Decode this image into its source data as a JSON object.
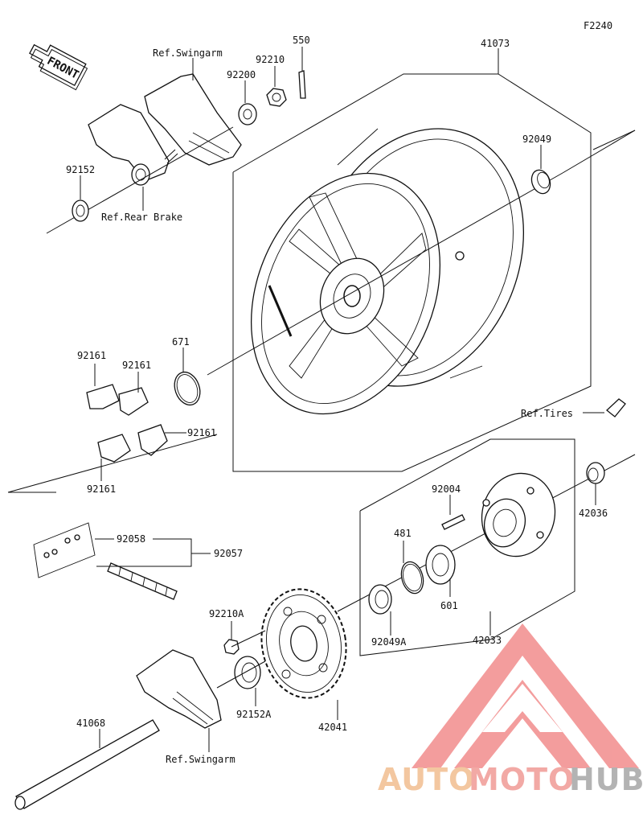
{
  "diagram_code": "F2240",
  "front_label": "FRONT",
  "labels": {
    "ref_swingarm_top": "Ref.Swingarm",
    "p550": "550",
    "p41073": "41073",
    "p92210": "92210",
    "p92200": "92200",
    "p92049": "92049",
    "p92152": "92152",
    "ref_rear_brake": "Ref.Rear Brake",
    "p671": "671",
    "p92161_a": "92161",
    "p92161_b": "92161",
    "p92161_c": "92161",
    "p92161_d": "92161",
    "ref_tires": "Ref.Tires",
    "p92004": "92004",
    "p42036": "42036",
    "p481": "481",
    "p92058": "92058",
    "p92057": "92057",
    "p601": "601",
    "p92210a": "92210A",
    "p92049a": "92049A",
    "p42033": "42033",
    "p41068": "41068",
    "p92152a": "92152A",
    "p42041": "42041",
    "ref_swingarm_bottom": "Ref.Swingarm"
  },
  "watermark": {
    "text_auto": "AUTO",
    "text_moto": "MOTO",
    "text_hub": "HUB",
    "colors": {
      "auto": "#f3c7a0",
      "moto": "#f2a9a5",
      "hub": "#b3b3b3",
      "logo": "#f28c8c"
    }
  }
}
